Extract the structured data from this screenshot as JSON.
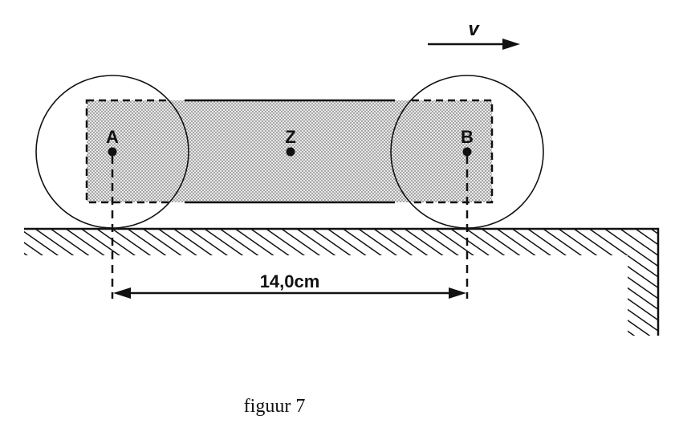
{
  "diagram": {
    "velocity_label": "v",
    "point_a_label": "A",
    "point_z_label": "Z",
    "point_b_label": "B",
    "distance_label": "14,0cm",
    "caption": "figuur 7"
  },
  "colors": {
    "ink": "#111111",
    "background": "#ffffff"
  }
}
